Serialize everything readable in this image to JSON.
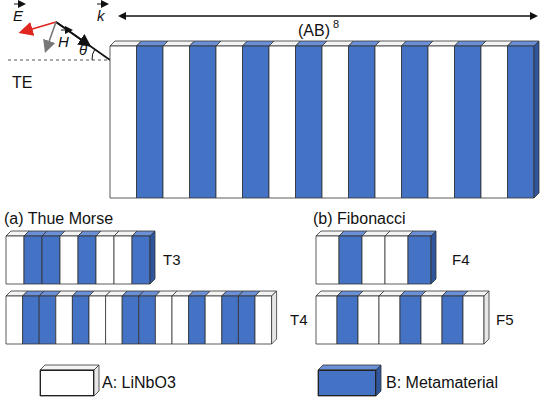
{
  "diagram": {
    "labels": [
      "E",
      "H",
      "k",
      "θ",
      "TE",
      "(AB)",
      "8",
      "(a) Thue Morse",
      "(b) Fibonacci",
      "T3",
      "T4",
      "F4",
      "F5"
    ],
    "legend": [
      {
        "text": "A: LiNbO3",
        "color": "#ffffff"
      },
      {
        "text": "B: Metamaterial",
        "color": "#4472c4"
      }
    ]
  }
}
